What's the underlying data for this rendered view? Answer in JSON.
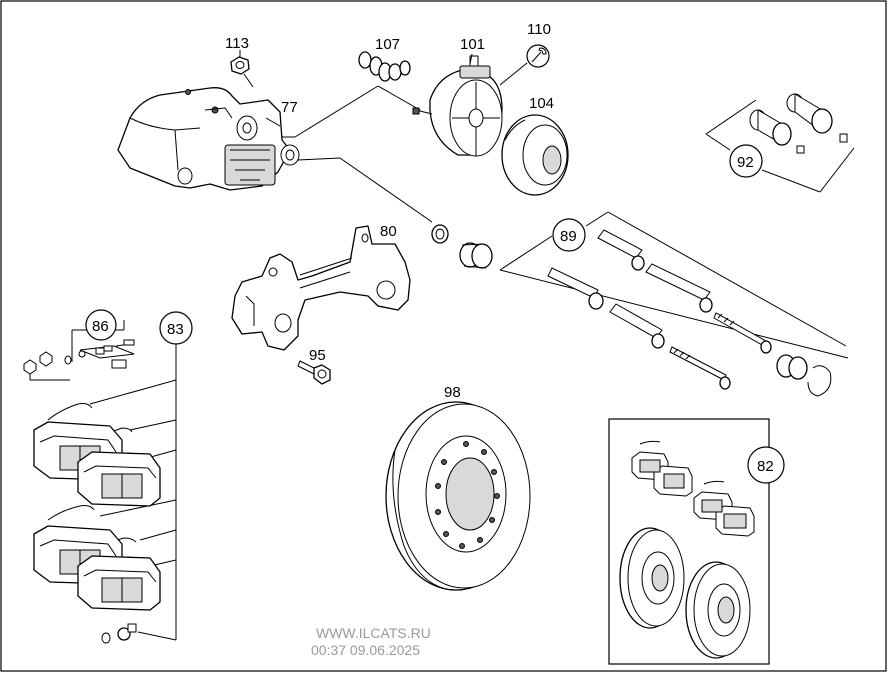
{
  "labels": {
    "p113": "113",
    "p107": "107",
    "p101": "101",
    "p110": "110",
    "p77": "77",
    "p104": "104",
    "p92": "92",
    "p80": "80",
    "p89": "89",
    "p86": "86",
    "p83": "83",
    "p95": "95",
    "p98": "98",
    "p82": "82"
  },
  "watermark": {
    "site": "WWW.ILCATS.RU",
    "timestamp": "00:37 09.06.2025"
  },
  "icons": {
    "wrench": "wrench-icon"
  }
}
